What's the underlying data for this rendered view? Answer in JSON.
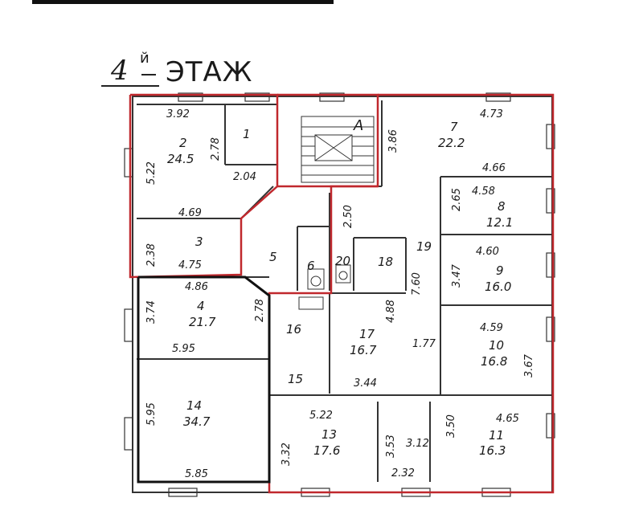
{
  "header": {
    "floor_number": "4",
    "floor_suffix": "й",
    "floor_word": "ЭТАЖ"
  },
  "stair_letter": "А",
  "rooms": [
    {
      "number": "1",
      "area": ""
    },
    {
      "number": "2",
      "area": "24.5"
    },
    {
      "number": "3",
      "area": ""
    },
    {
      "number": "4",
      "area": "21.7"
    },
    {
      "number": "5",
      "area": ""
    },
    {
      "number": "6",
      "area": ""
    },
    {
      "number": "7",
      "area": "22.2"
    },
    {
      "number": "8",
      "area": "12.1"
    },
    {
      "number": "9",
      "area": "16.0"
    },
    {
      "number": "10",
      "area": "16.8"
    },
    {
      "number": "11",
      "area": "16.3"
    },
    {
      "number": "13",
      "area": "17.6"
    },
    {
      "number": "14",
      "area": "34.7"
    },
    {
      "number": "15",
      "area": ""
    },
    {
      "number": "16",
      "area": ""
    },
    {
      "number": "17",
      "area": "16.7"
    },
    {
      "number": "18",
      "area": ""
    },
    {
      "number": "19",
      "area": ""
    },
    {
      "number": "20",
      "area": ""
    }
  ],
  "dimensions": [
    "3.92",
    "2.78",
    "5.22",
    "2.04",
    "4.69",
    "2.38",
    "4.75",
    "4.86",
    "3.74",
    "2.78",
    "5.95",
    "5.95",
    "5.85",
    "2.50",
    "3.86",
    "4.73",
    "4.66",
    "4.58",
    "2.65",
    "4.60",
    "3.47",
    "7.60",
    "4.88",
    "1.77",
    "3.44",
    "4.59",
    "3.67",
    "5.22",
    "3.32",
    "3.53",
    "3.12",
    "2.32",
    "3.50",
    "4.65"
  ],
  "colors": {
    "accent_outline": "#c0282d",
    "wall": "#333333",
    "ink": "#1a1a1a"
  }
}
